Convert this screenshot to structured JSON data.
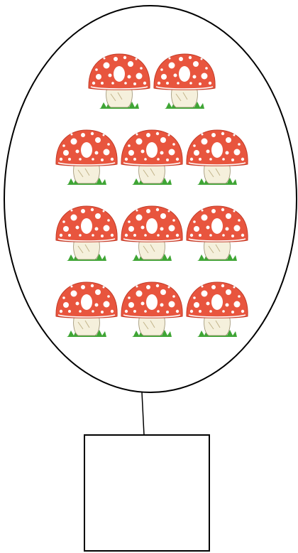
{
  "diagram": {
    "mushroom_rows": [
      2,
      3,
      3,
      3
    ],
    "mushroom_icon": "toadstool-icon",
    "answer_box_text": "",
    "colors": {
      "outline": "#000000",
      "cap": "#e8553e",
      "cap_dark": "#c23b28",
      "spots": "#ffffff",
      "stem": "#f5f0dc",
      "grass": "#3fa535"
    }
  }
}
